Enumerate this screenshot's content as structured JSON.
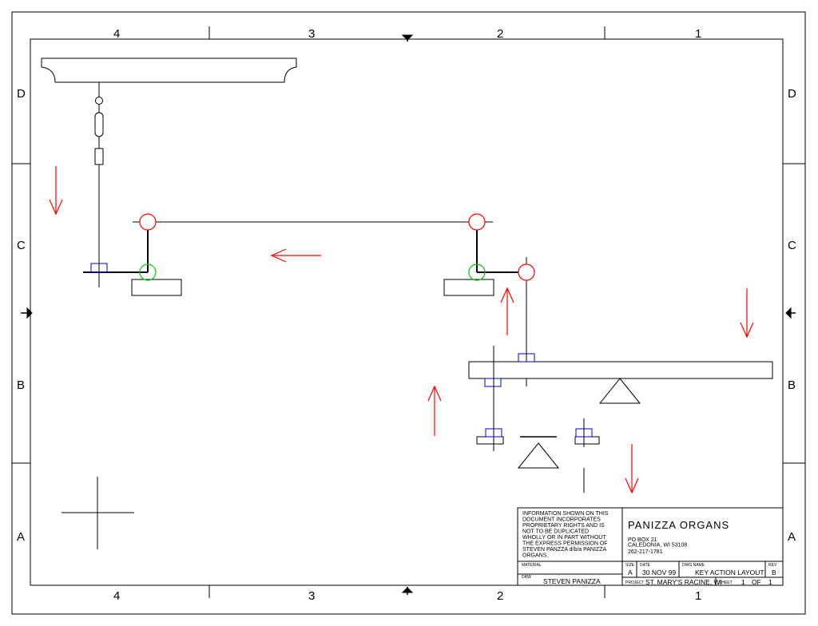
{
  "zones": {
    "columns": [
      "4",
      "3",
      "2",
      "1"
    ],
    "rows": [
      "D",
      "C",
      "B",
      "A"
    ]
  },
  "title_block": {
    "notice": [
      "INFORMATION SHOWN ON THIS",
      "DOCUMENT INCORPORATES",
      "PROPRIETARY RIGHTS AND IS",
      "NOT TO BE DUPLICATED",
      "WHOLLY OR IN PART WITHOUT",
      "THE EXPRESS PERMISSION OF",
      "STEVEN PANZZA d/b/a PANIZZA",
      "ORGANS."
    ],
    "company": "PANIZZA ORGANS",
    "address": [
      "PO BOX 21",
      "CALEDONIA, WI 53108",
      "262-217-1781"
    ],
    "material_label": "MATERIAL",
    "drw_label": "DRW",
    "drawn_by": "STEVEN PANIZZA",
    "size_label": "SIZE",
    "size": "A",
    "date_label": "DATE",
    "date": "30 NOV 99",
    "dwg_name_label": "DWG NAME",
    "dwg_name": "KEY ACTION LAYOUT",
    "rev_label": "REV",
    "rev": "B",
    "project_label": "PROJECT",
    "project": "ST. MARY'S RACINE, WI",
    "sheet_label": "SHEET",
    "sheet_number": "1",
    "of_label": "OF",
    "sheet_total": "1"
  },
  "colors": {
    "line": "#000000",
    "arrow": "#ff0000",
    "pivot_red": "#ff0000",
    "pivot_green": "#00cc00",
    "bracket": "#0000cc"
  }
}
